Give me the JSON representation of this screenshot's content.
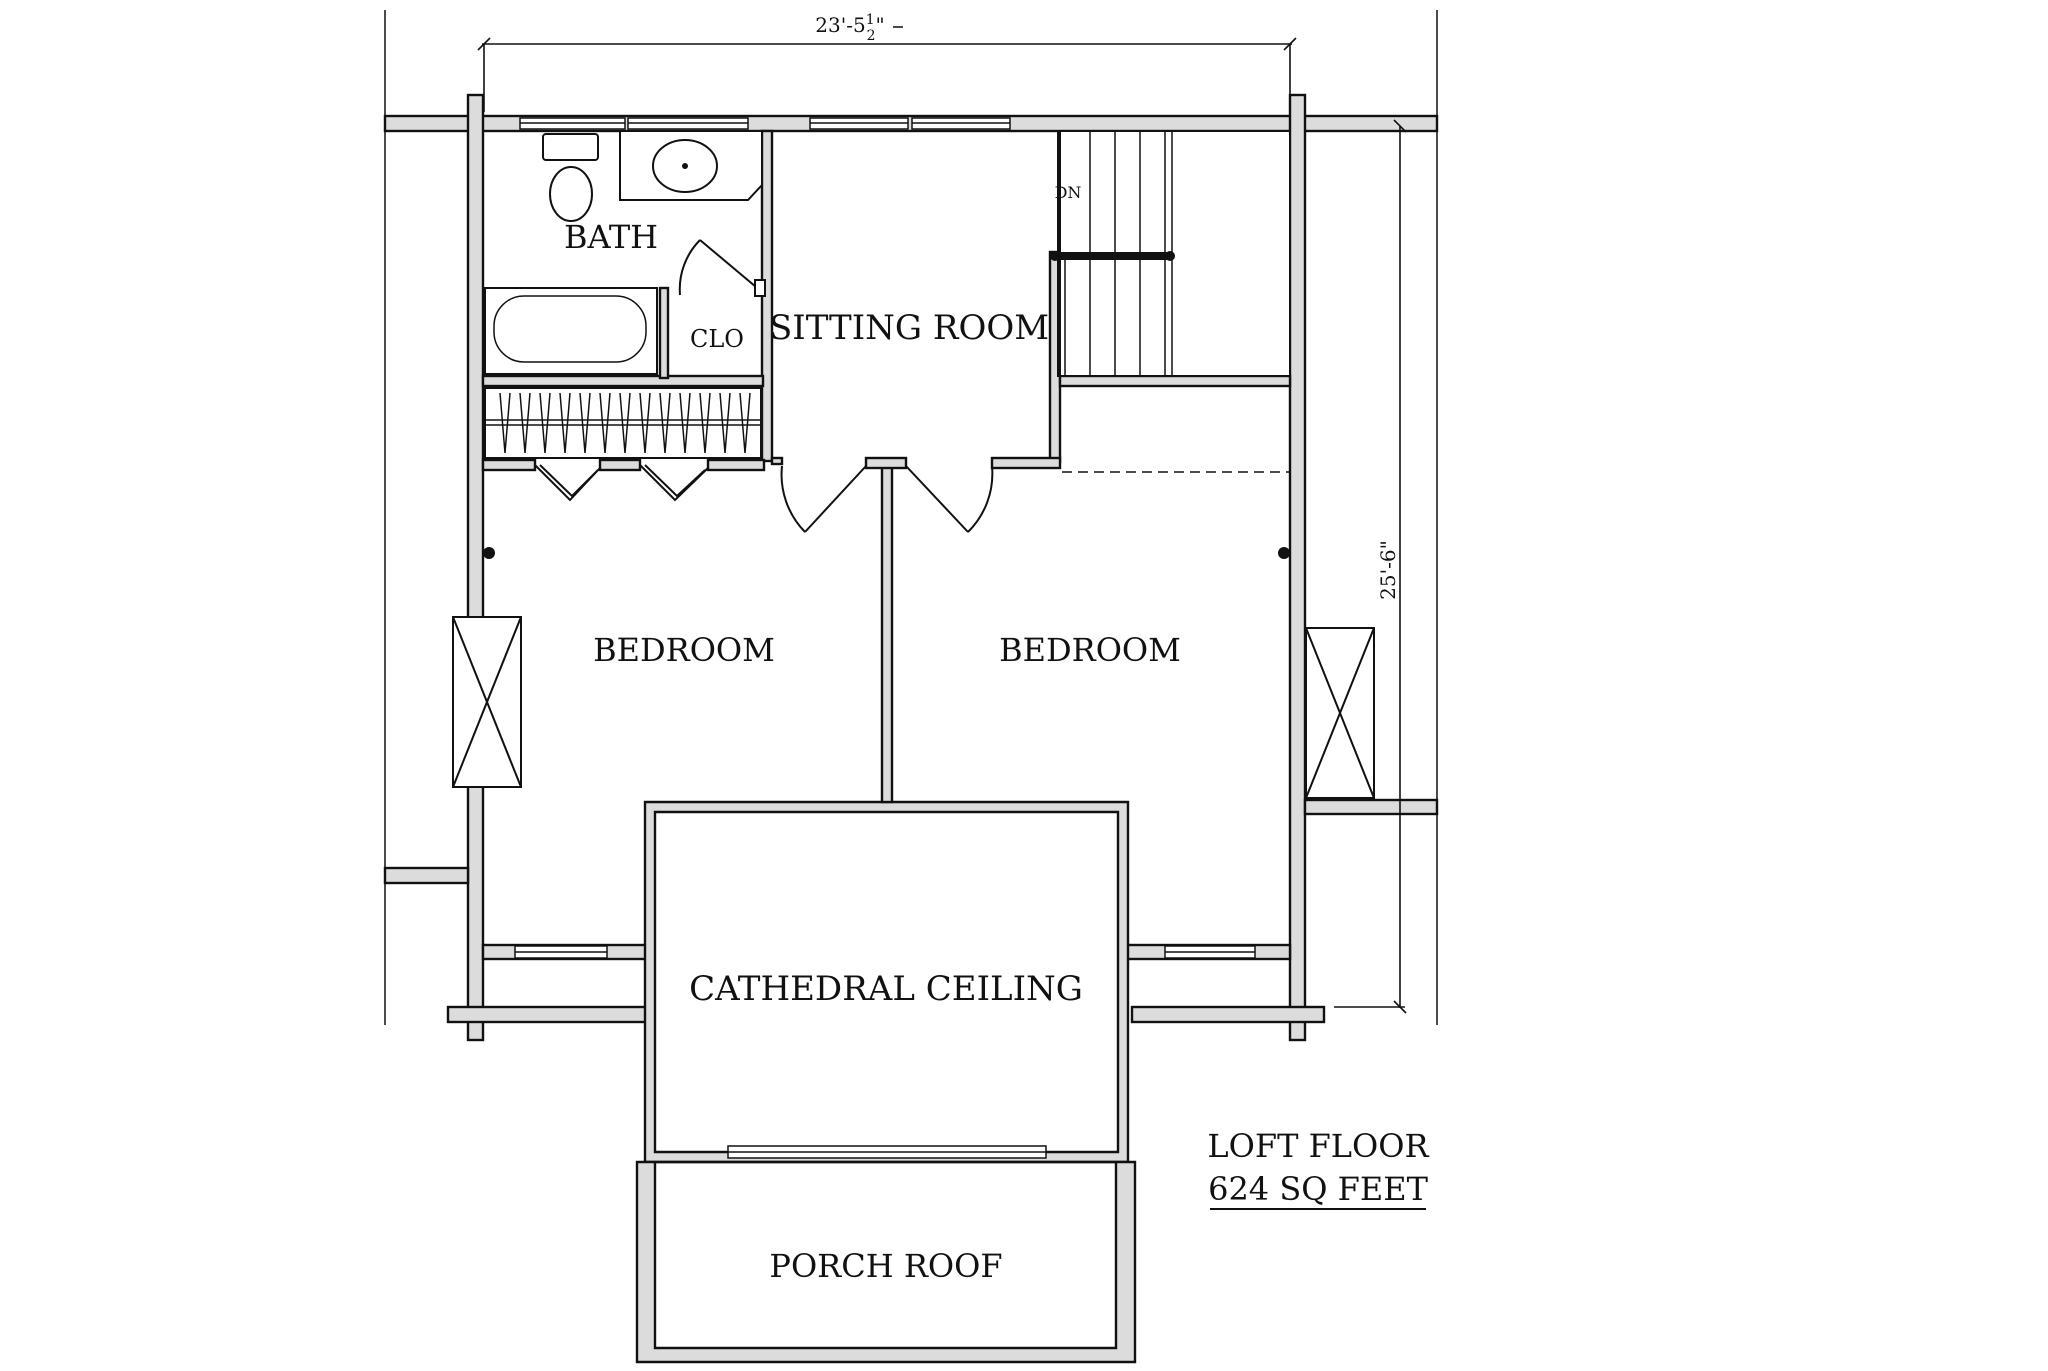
{
  "rooms": {
    "bath": "BATH",
    "closet": "CLO",
    "sitting_room": "SITTING ROOM",
    "bedroom_left": "BEDROOM",
    "bedroom_right": "BEDROOM",
    "cathedral_ceiling": "CATHEDRAL CEILING",
    "porch_roof": "PORCH ROOF"
  },
  "stair_label": "DN",
  "dimensions": {
    "width_whole": "23'-5",
    "width_fraction_num": "1",
    "width_fraction_den": "2",
    "width_inch_mark": "\"",
    "depth": "25'-6\""
  },
  "title": {
    "line1": "LOFT FLOOR",
    "line2": "624 SQ FEET"
  }
}
